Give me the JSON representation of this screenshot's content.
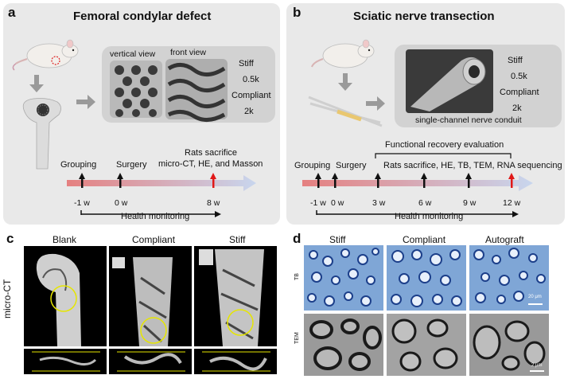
{
  "panel_a": {
    "label": "a",
    "title": "Femoral condylar defect",
    "view_vertical": "vertical view",
    "view_front": "front view",
    "stiff": "Stiff",
    "stiff_val": "0.5k",
    "compliant": "Compliant",
    "compliant_val": "2k",
    "timeline_events": [
      "Grouping",
      "Surgery",
      "Rats sacrifice",
      "micro-CT, HE, and Masson"
    ],
    "timeline_ticks": [
      "-1 w",
      "0 w",
      "8 w"
    ],
    "health": "Health monitoring"
  },
  "panel_b": {
    "label": "b",
    "title": "Sciatic nerve transection",
    "stiff": "Stiff",
    "stiff_val": "0.5k",
    "compliant": "Compliant",
    "compliant_val": "2k",
    "conduit": "single-channel nerve conduit",
    "functional": "Functional recovery evaluation",
    "timeline_events": [
      "Grouping",
      "Surgery",
      "Rats sacrifice, HE, TB, TEM, RNA sequencing"
    ],
    "timeline_ticks": [
      "-1 w",
      "0 w",
      "3 w",
      "6 w",
      "9 w",
      "12 w"
    ],
    "health": "Health monitoring"
  },
  "panel_c": {
    "label": "c",
    "columns": [
      "Blank",
      "Compliant",
      "Stiff"
    ],
    "row_label": "micro-CT"
  },
  "panel_d": {
    "label": "d",
    "columns": [
      "Stiff",
      "Compliant",
      "Autograft"
    ],
    "rows": [
      "TB",
      "TEM"
    ],
    "scale_tb": "20 μm",
    "scale_tem": "2 μm"
  },
  "colors": {
    "panel_bg": "#e9e9e9",
    "marker_red": "#e01818",
    "timeline_start": "#e58080",
    "timeline_end": "#c8d6ee"
  }
}
